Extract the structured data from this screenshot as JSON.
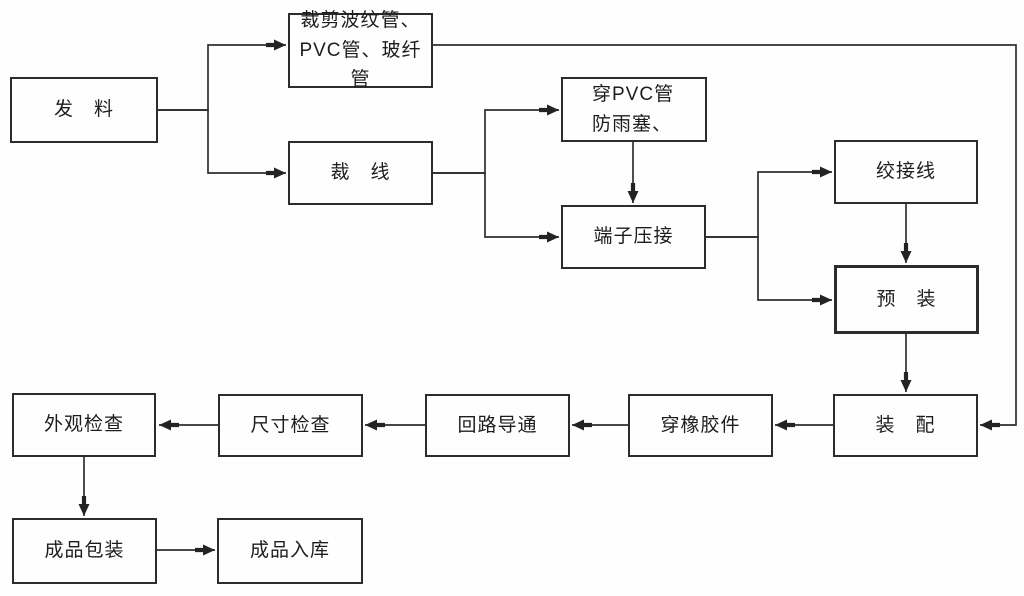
{
  "diagram": {
    "type": "flowchart",
    "language": "zh-CN",
    "background_color": "#fefefe",
    "line_color": "#2e2e2e",
    "box_border_color": "#2c2c2c",
    "text_color": "#1d1d1d"
  },
  "nodes": [
    {
      "label": "发　料"
    },
    {
      "label": "裁剪波纹管、\nPVC管、玻纤管"
    },
    {
      "label": "裁　线"
    },
    {
      "label": "穿PVC管\n防雨塞、"
    },
    {
      "label": "端子压接"
    },
    {
      "label": "绞接线"
    },
    {
      "label": "预　装"
    },
    {
      "label": "装　配"
    },
    {
      "label": "穿橡胶件"
    },
    {
      "label": "回路导通"
    },
    {
      "label": "尺寸检查"
    },
    {
      "label": "外观检查"
    },
    {
      "label": "成品包装"
    },
    {
      "label": "成品入库"
    }
  ],
  "edges": [
    {
      "from": "发料",
      "to": "裁剪波纹管、PVC管、玻纤管"
    },
    {
      "from": "发料",
      "to": "裁线"
    },
    {
      "from": "裁线",
      "to": "穿PVC管防雨塞、"
    },
    {
      "from": "裁线",
      "to": "端子压接"
    },
    {
      "from": "穿PVC管防雨塞、",
      "to": "端子压接"
    },
    {
      "from": "端子压接",
      "to": "绞接线"
    },
    {
      "from": "端子压接",
      "to": "预装"
    },
    {
      "from": "绞接线",
      "to": "预装"
    },
    {
      "from": "预装",
      "to": "装配"
    },
    {
      "from": "裁剪波纹管、PVC管、玻纤管",
      "to": "装配"
    },
    {
      "from": "装配",
      "to": "穿橡胶件"
    },
    {
      "from": "穿橡胶件",
      "to": "回路导通"
    },
    {
      "from": "回路导通",
      "to": "尺寸检查"
    },
    {
      "from": "尺寸检查",
      "to": "外观检查"
    },
    {
      "from": "外观检查",
      "to": "成品包装"
    },
    {
      "from": "成品包装",
      "to": "成品入库"
    }
  ]
}
